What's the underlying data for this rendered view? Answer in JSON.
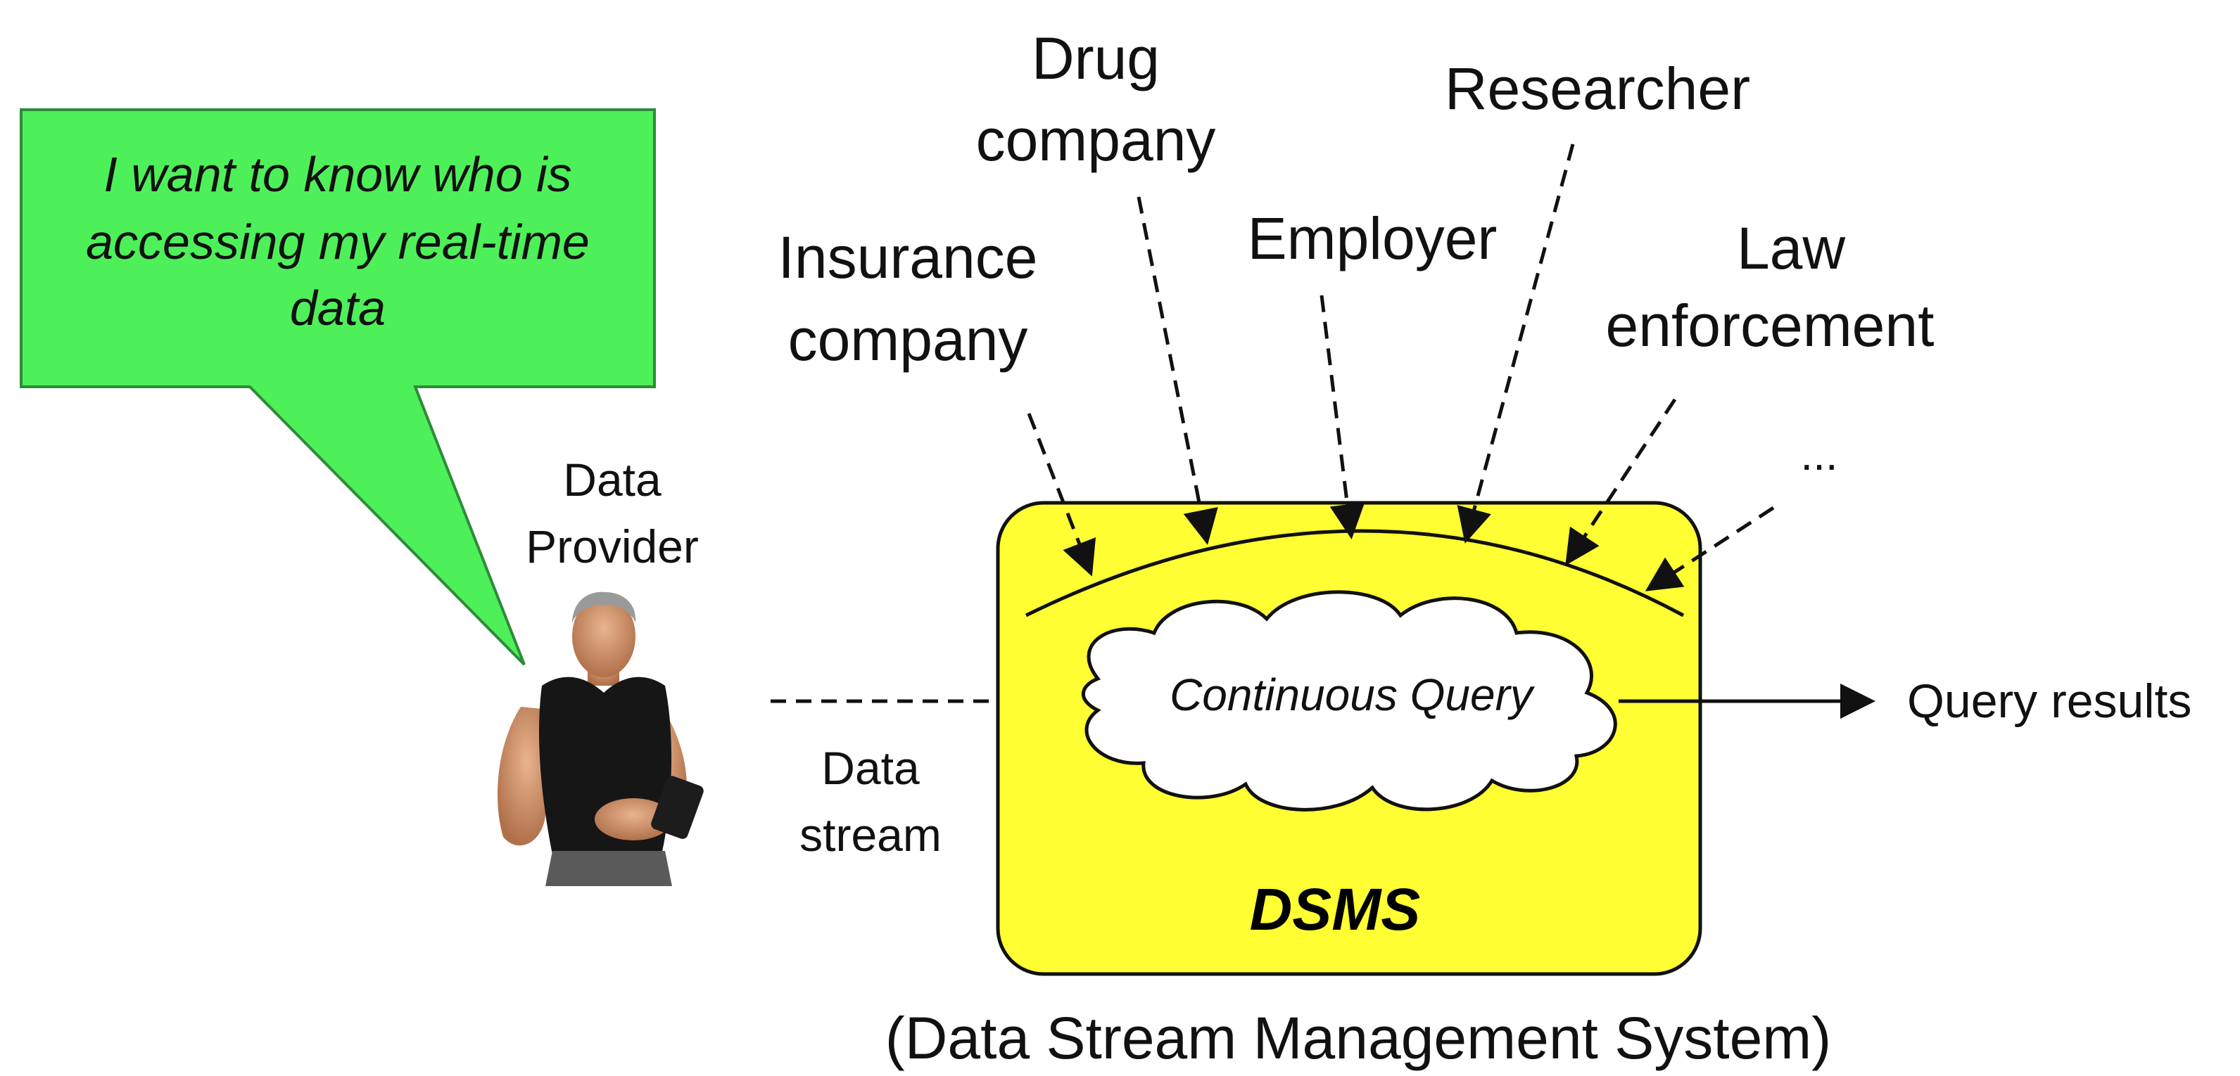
{
  "speech_bubble": {
    "lines": [
      "I want to know who is",
      "accessing my real-time",
      "data"
    ],
    "fill_color": "#4ef05a"
  },
  "data_provider": {
    "lines": [
      "Data",
      "Provider"
    ],
    "photo": "person-with-device"
  },
  "data_stream": {
    "lines": [
      "Data",
      "stream"
    ]
  },
  "consumers": {
    "insurance": [
      "Insurance",
      "company"
    ],
    "drug": [
      "Drug",
      "company"
    ],
    "employer": [
      "Employer"
    ],
    "researcher": [
      "Researcher"
    ],
    "law": [
      "Law",
      "enforcement"
    ],
    "more": "..."
  },
  "dsms": {
    "box_label": "DSMS",
    "query_label": "Continuous Query",
    "caption": "(Data Stream Management System)",
    "box_color": "#ffff33"
  },
  "output": {
    "label": "Query results"
  }
}
